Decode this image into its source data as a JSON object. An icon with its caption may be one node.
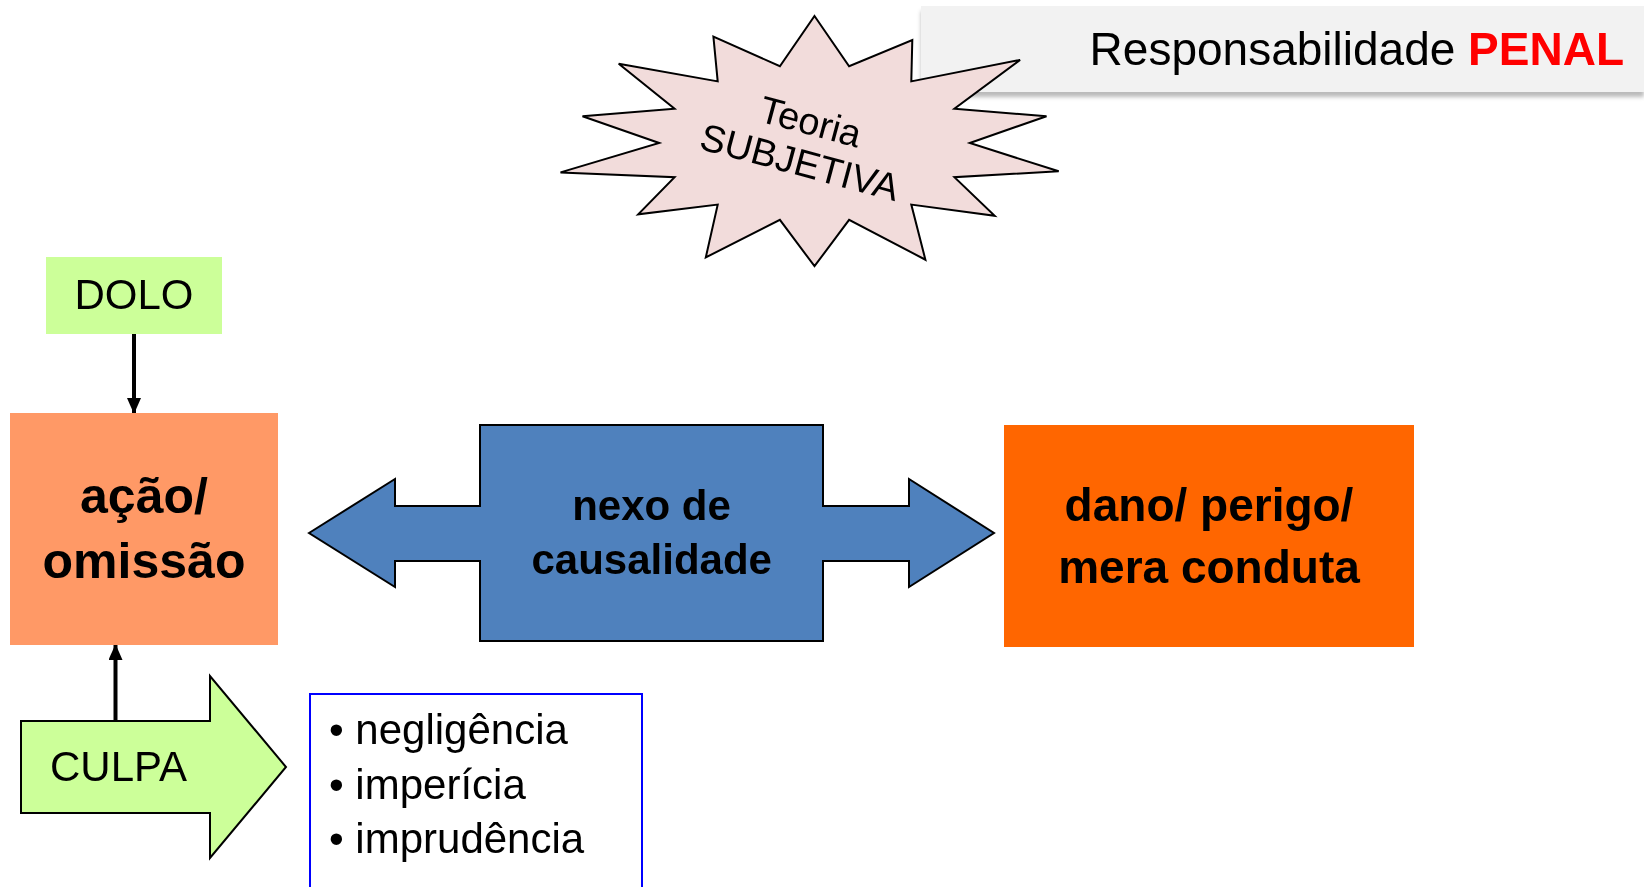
{
  "diagram": {
    "title": "Responsabilidade **PENAL**",
    "nodes": [
      {
        "text": [
          "Teoria SUBJETIVA"
        ]
      },
      {
        "text": [
          "DOLO"
        ]
      },
      {
        "text": [
          "ação/ omissão"
        ]
      },
      {
        "text": [
          "nexo de causalidade"
        ]
      },
      {
        "text": [
          "dano/ perigo/ mera conduta"
        ]
      },
      {
        "text": [
          "CULPA"
        ]
      },
      {
        "text": [
          "• negligência",
          "• imperícia",
          "• imprudência"
        ]
      }
    ],
    "edges": [
      {
        "from": 1,
        "to": 2,
        "arrow": "to"
      },
      {
        "from": 5,
        "to": 2,
        "arrow": "to"
      }
    ]
  }
}
